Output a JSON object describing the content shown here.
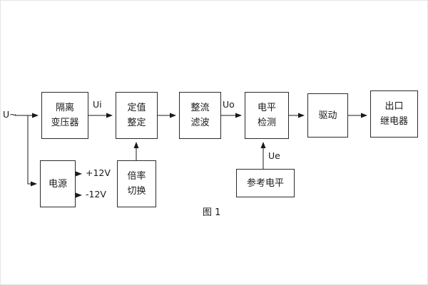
{
  "figure": {
    "caption": "图 1"
  },
  "labels": {
    "input": "U~",
    "ui": "Ui",
    "uo": "Uo",
    "ue": "Ue",
    "plus_12v": "+12V",
    "minus_12v": "-12V"
  },
  "blocks": {
    "isolation_transformer": {
      "line1": "隔离",
      "line2": "变压器"
    },
    "value_setting": {
      "line1": "定值",
      "line2": "整定"
    },
    "rectifier_filter": {
      "line1": "整流",
      "line2": "滤波"
    },
    "level_detection": {
      "line1": "电平",
      "line2": "检测"
    },
    "drive": {
      "line1": "驱动"
    },
    "output_relay": {
      "line1": "出口",
      "line2": "继电器"
    },
    "power_supply": {
      "line1": "电源"
    },
    "ratio_switch": {
      "line1": "倍率",
      "line2": "切换"
    },
    "reference_level": {
      "line1": "参考电平"
    }
  },
  "colors": {
    "line": "#1a1a1a",
    "background": "#ffffff"
  }
}
